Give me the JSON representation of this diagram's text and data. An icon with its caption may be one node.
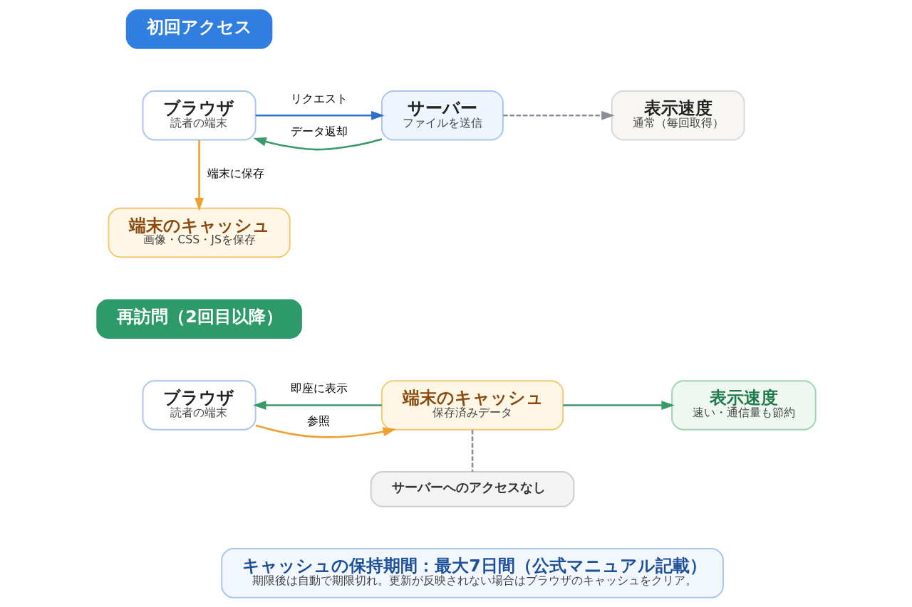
{
  "diagram": {
    "nodes": [
      {
        "text": [
          "初回アクセス"
        ]
      },
      {
        "text": [
          "ブラウザ",
          "読者の端末"
        ]
      },
      {
        "text": [
          "サーバー",
          "ファイルを送信"
        ]
      },
      {
        "text": [
          "表示速度",
          "通常（毎回取得）"
        ]
      },
      {
        "text": [
          "端末のキャッシュ",
          "画像・CSS・JSを保存"
        ]
      },
      {
        "text": [
          "再訪問（2回目以降）"
        ]
      },
      {
        "text": [
          "ブラウザ",
          "読者の端末"
        ]
      },
      {
        "text": [
          "端末のキャッシュ",
          "保存済みデータ"
        ]
      },
      {
        "text": [
          "表示速度",
          "速い・通信量も節約"
        ]
      },
      {
        "text": [
          "サーバーへのアクセスなし"
        ]
      },
      {
        "text": [
          "キャッシュの保持期間：最大7日間（公式マニュアル記載）",
          "期限後は自動で期限切れ。更新が反映されない場合はブラウザのキャッシュをクリア。"
        ]
      }
    ],
    "edges": [
      {
        "from": 1,
        "to": 2,
        "arrow": "to",
        "label": "リクエスト",
        "color": "#2f6fd0"
      },
      {
        "from": 2,
        "to": 1,
        "arrow": "to",
        "label": "データ返却",
        "color": "#3a9a6a"
      },
      {
        "from": 2,
        "to": 3,
        "arrow": "to",
        "style": "dashed",
        "color": "#8a8f99"
      },
      {
        "from": 1,
        "to": 4,
        "arrow": "to",
        "label": "端末に保存",
        "color": "#f0a030"
      },
      {
        "from": 6,
        "to": 7,
        "arrow": "to",
        "label": "参照",
        "color": "#f0a030"
      },
      {
        "from": 7,
        "to": 6,
        "arrow": "to",
        "label": "即座に表示",
        "color": "#3a9a6a"
      },
      {
        "from": 7,
        "to": 8,
        "arrow": "to",
        "color": "#3a9a6a"
      },
      {
        "from": 7,
        "to": 9,
        "arrow": "none",
        "style": "dashed",
        "color": "#8a8f99"
      }
    ]
  }
}
